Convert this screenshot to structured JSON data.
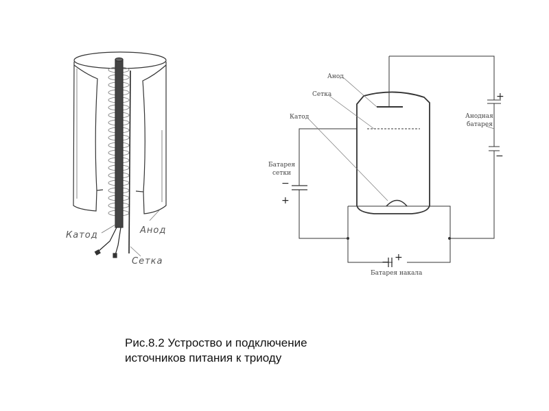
{
  "left_figure": {
    "cathode_label": "Катод",
    "anode_label": "Анод",
    "grid_label": "Сетка"
  },
  "circuit": {
    "anode_label": "Анод",
    "grid_label": "Сетка",
    "cathode_label": "Катод",
    "anode_battery_label_1": "Анодная",
    "anode_battery_label_2": "батарея",
    "grid_battery_label_1": "Батарея",
    "grid_battery_label_2": "сетки",
    "filament_battery_label": "Батарея накала",
    "plus": "+",
    "minus": "−"
  },
  "caption": {
    "line1": "Рис.8.2 Устроство и подключение",
    "line2": "источников питания к триоду"
  }
}
